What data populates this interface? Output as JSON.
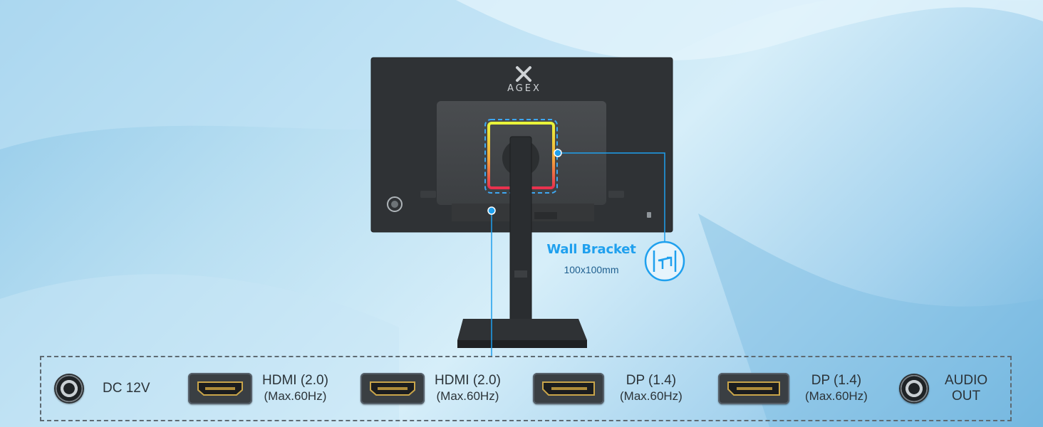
{
  "monitor": {
    "brand": "AGEX"
  },
  "callout": {
    "title": "Wall Bracket",
    "subtitle": "100x100mm",
    "accent_color": "#1fa0ee",
    "icon": "wall-mount-icon"
  },
  "ports": [
    {
      "id": "dc",
      "icon": "dc-jack-icon",
      "line1": "DC 12V",
      "line2": ""
    },
    {
      "id": "hdmi1",
      "icon": "hdmi-port-icon",
      "line1": "HDMI (2.0)",
      "line2": "(Max.60Hz)"
    },
    {
      "id": "hdmi2",
      "icon": "hdmi-port-icon",
      "line1": "HDMI (2.0)",
      "line2": "(Max.60Hz)"
    },
    {
      "id": "dp1",
      "icon": "displayport-icon",
      "line1": "DP (1.4)",
      "line2": "(Max.60Hz)"
    },
    {
      "id": "dp2",
      "icon": "displayport-icon",
      "line1": "DP (1.4)",
      "line2": "(Max.60Hz)"
    },
    {
      "id": "audio",
      "icon": "audio-jack-icon",
      "line1": "AUDIO",
      "line2": "OUT"
    }
  ]
}
